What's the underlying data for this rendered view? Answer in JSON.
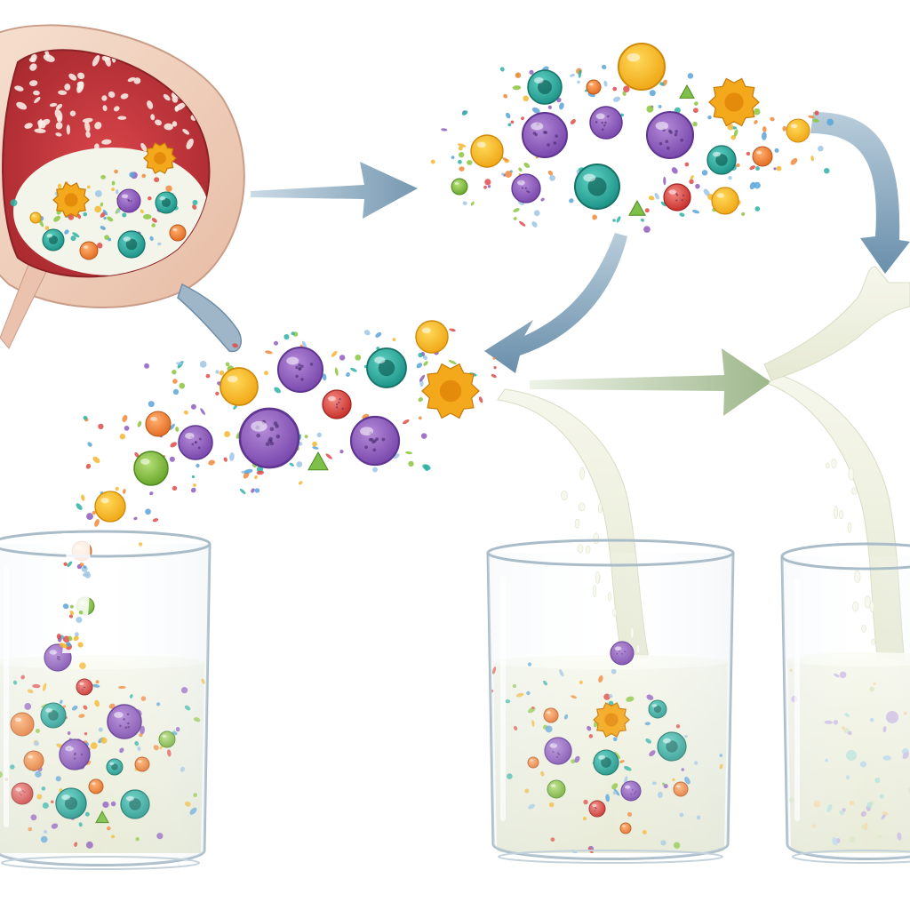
{
  "palette": {
    "purple": "#8e5cc0",
    "teal": "#2fb3a4",
    "yellow": "#f5b72e",
    "orange": "#f0893a",
    "green": "#8cc63f",
    "red": "#e04b46",
    "blue": "#5aa4d8",
    "gear": "#f2a41a",
    "milk": "#f2f3e6",
    "tissue_red": "#c0353a",
    "tissue_skin": "#f1d3c0",
    "arrow_blue": "#7c9fb7",
    "arrow_green": "#a9c09a",
    "glass": "#d6e3ea"
  },
  "particle_kinds": [
    "purple-cell-icon",
    "teal-cell-icon",
    "yellow-droplet-icon",
    "orange-cell-icon",
    "green-cell-icon",
    "gear-cell-icon",
    "red-cell-icon",
    "triangle-icon"
  ],
  "stages": [
    {
      "id": "source-tissue",
      "depicts": "tissue-cross-section-icon"
    },
    {
      "id": "particle-stream-upper",
      "depicts": "particle-stream-icon"
    },
    {
      "id": "particle-stream-lower",
      "depicts": "particle-stream-icon"
    },
    {
      "id": "beaker-1",
      "depicts": "beaker-icon",
      "contents": "mixed-cells"
    },
    {
      "id": "beaker-2",
      "depicts": "beaker-icon",
      "contents": "fewer-cells"
    },
    {
      "id": "beaker-3",
      "depicts": "beaker-icon",
      "contents": "clear-milk"
    }
  ],
  "flows": [
    {
      "from": "source-tissue",
      "to": "particle-stream-upper",
      "style": "arrow-blue"
    },
    {
      "from": "particle-stream-upper",
      "to": "particle-stream-lower",
      "style": "arrow-blue"
    },
    {
      "from": "particle-stream-upper",
      "to": "milk-stream",
      "style": "arrow-blue"
    },
    {
      "from": "particle-stream-lower",
      "to": "milk-stream",
      "style": "arrow-green"
    },
    {
      "from": "particle-stream-lower",
      "to": "beaker-1",
      "style": "pour"
    },
    {
      "from": "milk-stream",
      "to": "beaker-2",
      "style": "pour"
    },
    {
      "from": "milk-stream",
      "to": "beaker-3",
      "style": "pour"
    }
  ]
}
